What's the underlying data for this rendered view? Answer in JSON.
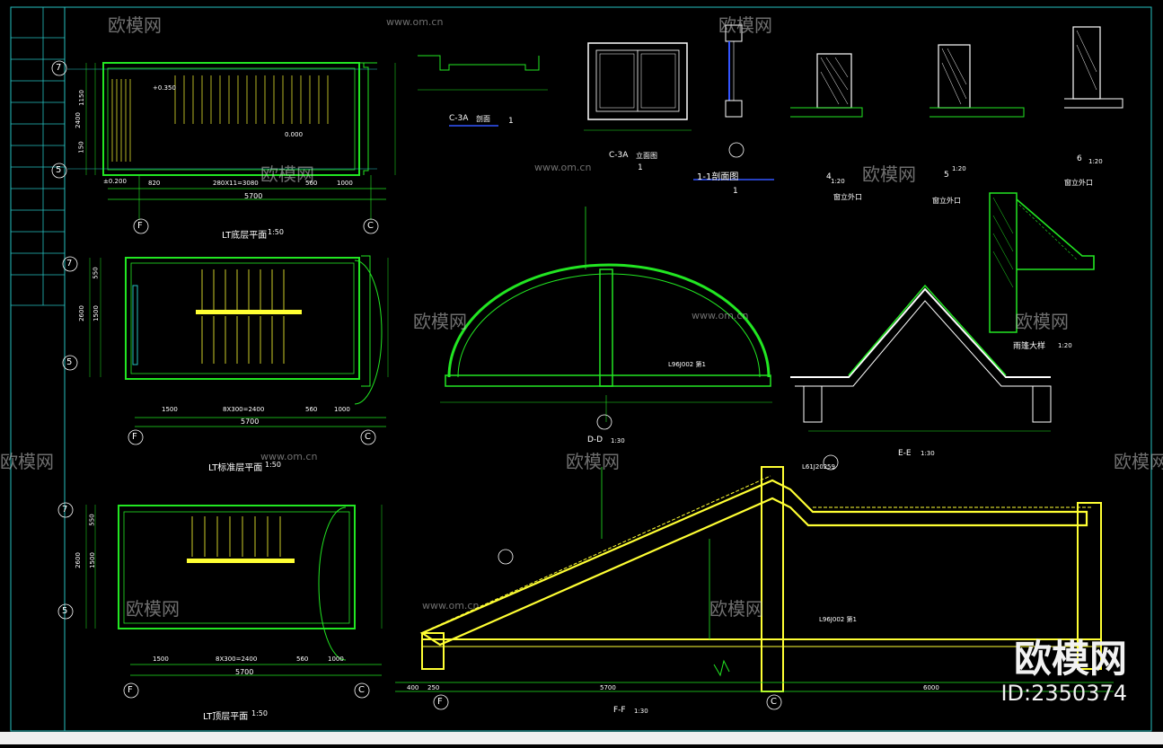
{
  "views": {
    "lt_ground_plan": {
      "title": "LT底层平面",
      "scale": "1:50",
      "total": "5700",
      "dims": [
        "820",
        "280X11=3080",
        "560",
        "1000"
      ],
      "vdims": [
        "2400",
        "1150",
        "150"
      ],
      "grid": [
        "7",
        "5",
        "F",
        "C"
      ],
      "levels": [
        "+0.350",
        "±0.200",
        "0.000"
      ]
    },
    "lt_standard_plan": {
      "title": "LT标准层平面",
      "scale": "1:50",
      "total": "5700",
      "dims": [
        "1500",
        "8X300=2400",
        "560",
        "1000"
      ],
      "vdims": [
        "2600",
        "1500",
        "550"
      ],
      "grid": [
        "7",
        "5",
        "F",
        "C"
      ]
    },
    "lt_top_plan": {
      "title": "LT顶层平面",
      "scale": "1:50",
      "total": "5700",
      "dims": [
        "1500",
        "8X300=2400",
        "560",
        "1000"
      ],
      "vdims": [
        "2600",
        "1500",
        "550"
      ],
      "grid": [
        "7",
        "5",
        "F",
        "C"
      ]
    },
    "window_c3a_section": {
      "title": "C-3A",
      "subtitle": "剖面",
      "num": "1"
    },
    "window_c3a_elevation": {
      "title": "C-3A",
      "subtitle": "立面图",
      "num": "1"
    },
    "section_1_1": {
      "title": "1-1剖面图",
      "num": "1"
    },
    "detail_4": {
      "title": "窗立外口",
      "scale": "1:20",
      "num": "4"
    },
    "detail_5": {
      "title": "窗立外口",
      "scale": "1:20",
      "num": "5"
    },
    "detail_6": {
      "title": "窗立外口",
      "scale": "1:20",
      "num": "6"
    },
    "section_dd": {
      "title": "D-D",
      "scale": "1:30",
      "note": "L96J002 第1"
    },
    "section_ee": {
      "title": "E-E",
      "scale": "1:30"
    },
    "canopy": {
      "title": "雨篷大样",
      "scale": "1:20"
    },
    "section_ff": {
      "title": "F-F",
      "scale": "1:30",
      "dims": [
        "400",
        "250",
        "5700",
        "6000"
      ],
      "grid": [
        "F",
        "C"
      ],
      "ref": "L61J202",
      "ref_num": "59",
      "note": "L96J002 第1"
    }
  },
  "watermark": {
    "text": "欧模网",
    "url": "www.om.cn"
  },
  "brand": {
    "name": "欧模网",
    "id": "ID:2350374"
  },
  "colors": {
    "line": "#22e622",
    "hatch": "#ffff33",
    "text": "#ffffff",
    "dim": "#26c0c0",
    "accent": "#ff33ff",
    "blue": "#3355ff"
  }
}
